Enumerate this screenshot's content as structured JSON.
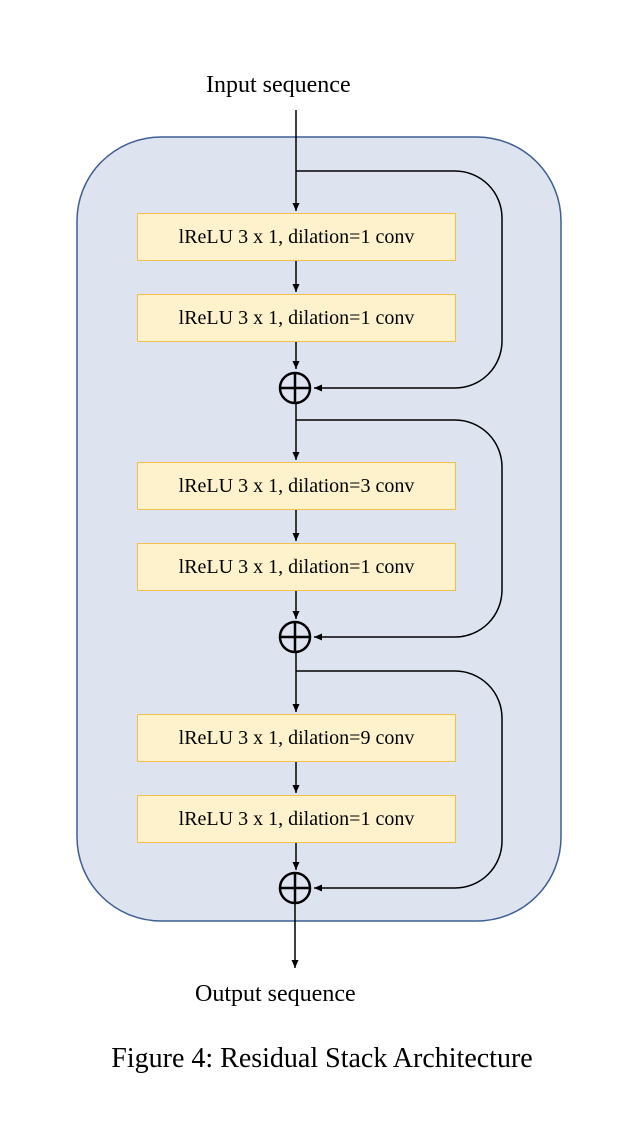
{
  "input_label": "Input sequence",
  "output_label": "Output sequence",
  "caption": "Figure 4: Residual Stack Architecture",
  "colors": {
    "stack_fill": "#dde4f0",
    "stack_border": "#3e5f93",
    "layer_fill": "#fdf2cc",
    "layer_border": "#f3c04d"
  },
  "blocks": [
    {
      "layers": [
        "lReLU 3 x 1, dilation=1 conv",
        "lReLU 3 x 1, dilation=1 conv"
      ]
    },
    {
      "layers": [
        "lReLU 3 x 1, dilation=3 conv",
        "lReLU 3 x 1, dilation=1 conv"
      ]
    },
    {
      "layers": [
        "lReLU 3 x 1, dilation=9 conv",
        "lReLU 3 x 1, dilation=1 conv"
      ]
    }
  ]
}
